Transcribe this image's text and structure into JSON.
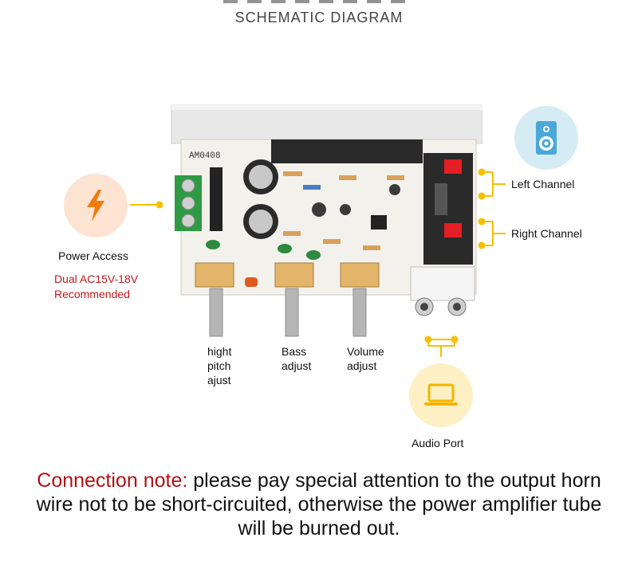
{
  "heading": "SCHEMATIC DIAGRAM",
  "board_marking": "AM0408",
  "labels": {
    "power_access": "Power Access",
    "power_spec_line1": "Dual AC15V-18V",
    "power_spec_line2": "Recommended",
    "left_channel": "Left Channel",
    "right_channel": "Right Channel",
    "high_pitch": [
      "hight",
      "pitch",
      "ajust"
    ],
    "bass": [
      "Bass",
      "adjust"
    ],
    "volume": [
      "Volume",
      "adjust"
    ],
    "audio_port": "Audio Port"
  },
  "note": {
    "prefix": "Connection note:",
    "text": " please pay special attention to the output horn wire not to be short-circuited, otherwise the power amplifier tube will be burned out."
  },
  "icons": {
    "power": "lightning-bolt-icon",
    "speaker": "speaker-icon",
    "audio": "laptop-icon"
  },
  "colors": {
    "accent_yellow": "#f5c000",
    "power_circle": "#fde3d1",
    "power_bolt": "#f07c10",
    "speaker_circle": "#d6ecf5",
    "speaker_icon": "#4aa8d8",
    "audio_circle": "#fdf0c4",
    "audio_icon": "#f5b400",
    "note_red": "#b01116"
  }
}
